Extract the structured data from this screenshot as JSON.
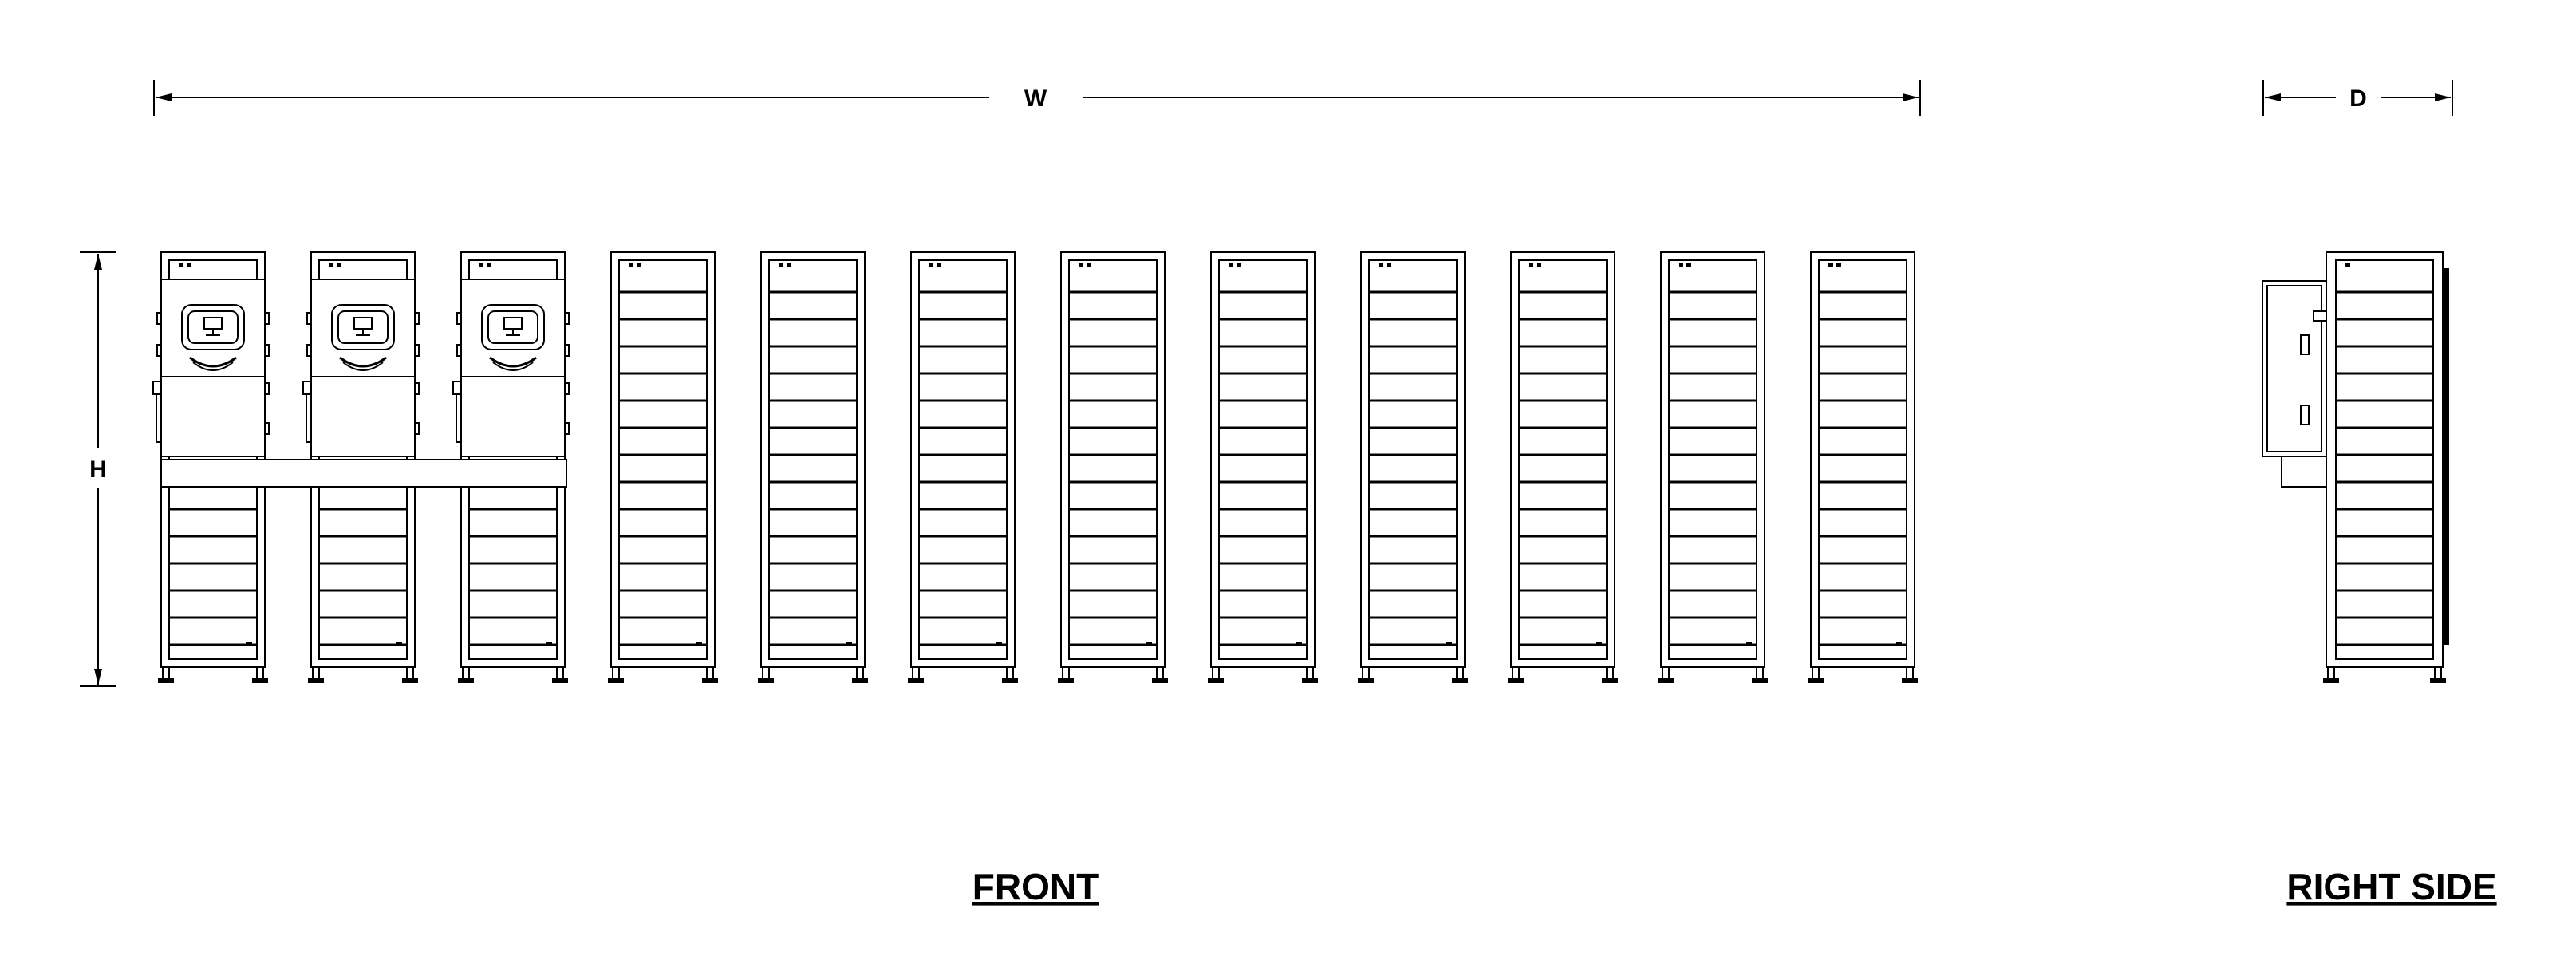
{
  "dimensions": {
    "width_label": "W",
    "height_label": "H",
    "depth_label": "D"
  },
  "views": {
    "front_label": "FRONT",
    "side_label": "RIGHT SIDE"
  },
  "front_view": {
    "cabinet_count": 12,
    "cabinets_with_controllers": 3,
    "shelf_count_full": 13,
    "shelf_count_under_controller": 6
  },
  "colors": {
    "line": "#000000",
    "background": "#ffffff"
  }
}
